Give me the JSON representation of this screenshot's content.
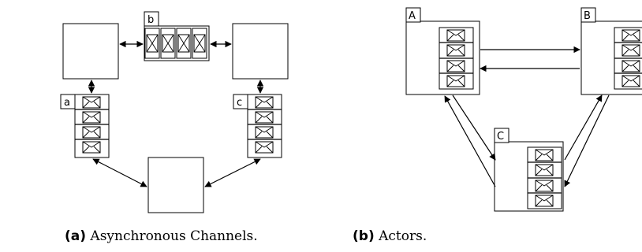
{
  "diagram_a": {
    "queue_labels": {
      "a": "a",
      "b": "b",
      "c": "c"
    },
    "caption_tag": "(a)",
    "caption_text": "Asynchronous Channels."
  },
  "diagram_b": {
    "actor_labels": {
      "a": "A",
      "b": "B",
      "c": "C"
    },
    "caption_tag": "(b)",
    "caption_text": "Actors."
  },
  "icons": [
    "envelope-icon",
    "arrow-icon"
  ],
  "colors": {
    "stroke": "#000000",
    "background": "#ffffff"
  }
}
